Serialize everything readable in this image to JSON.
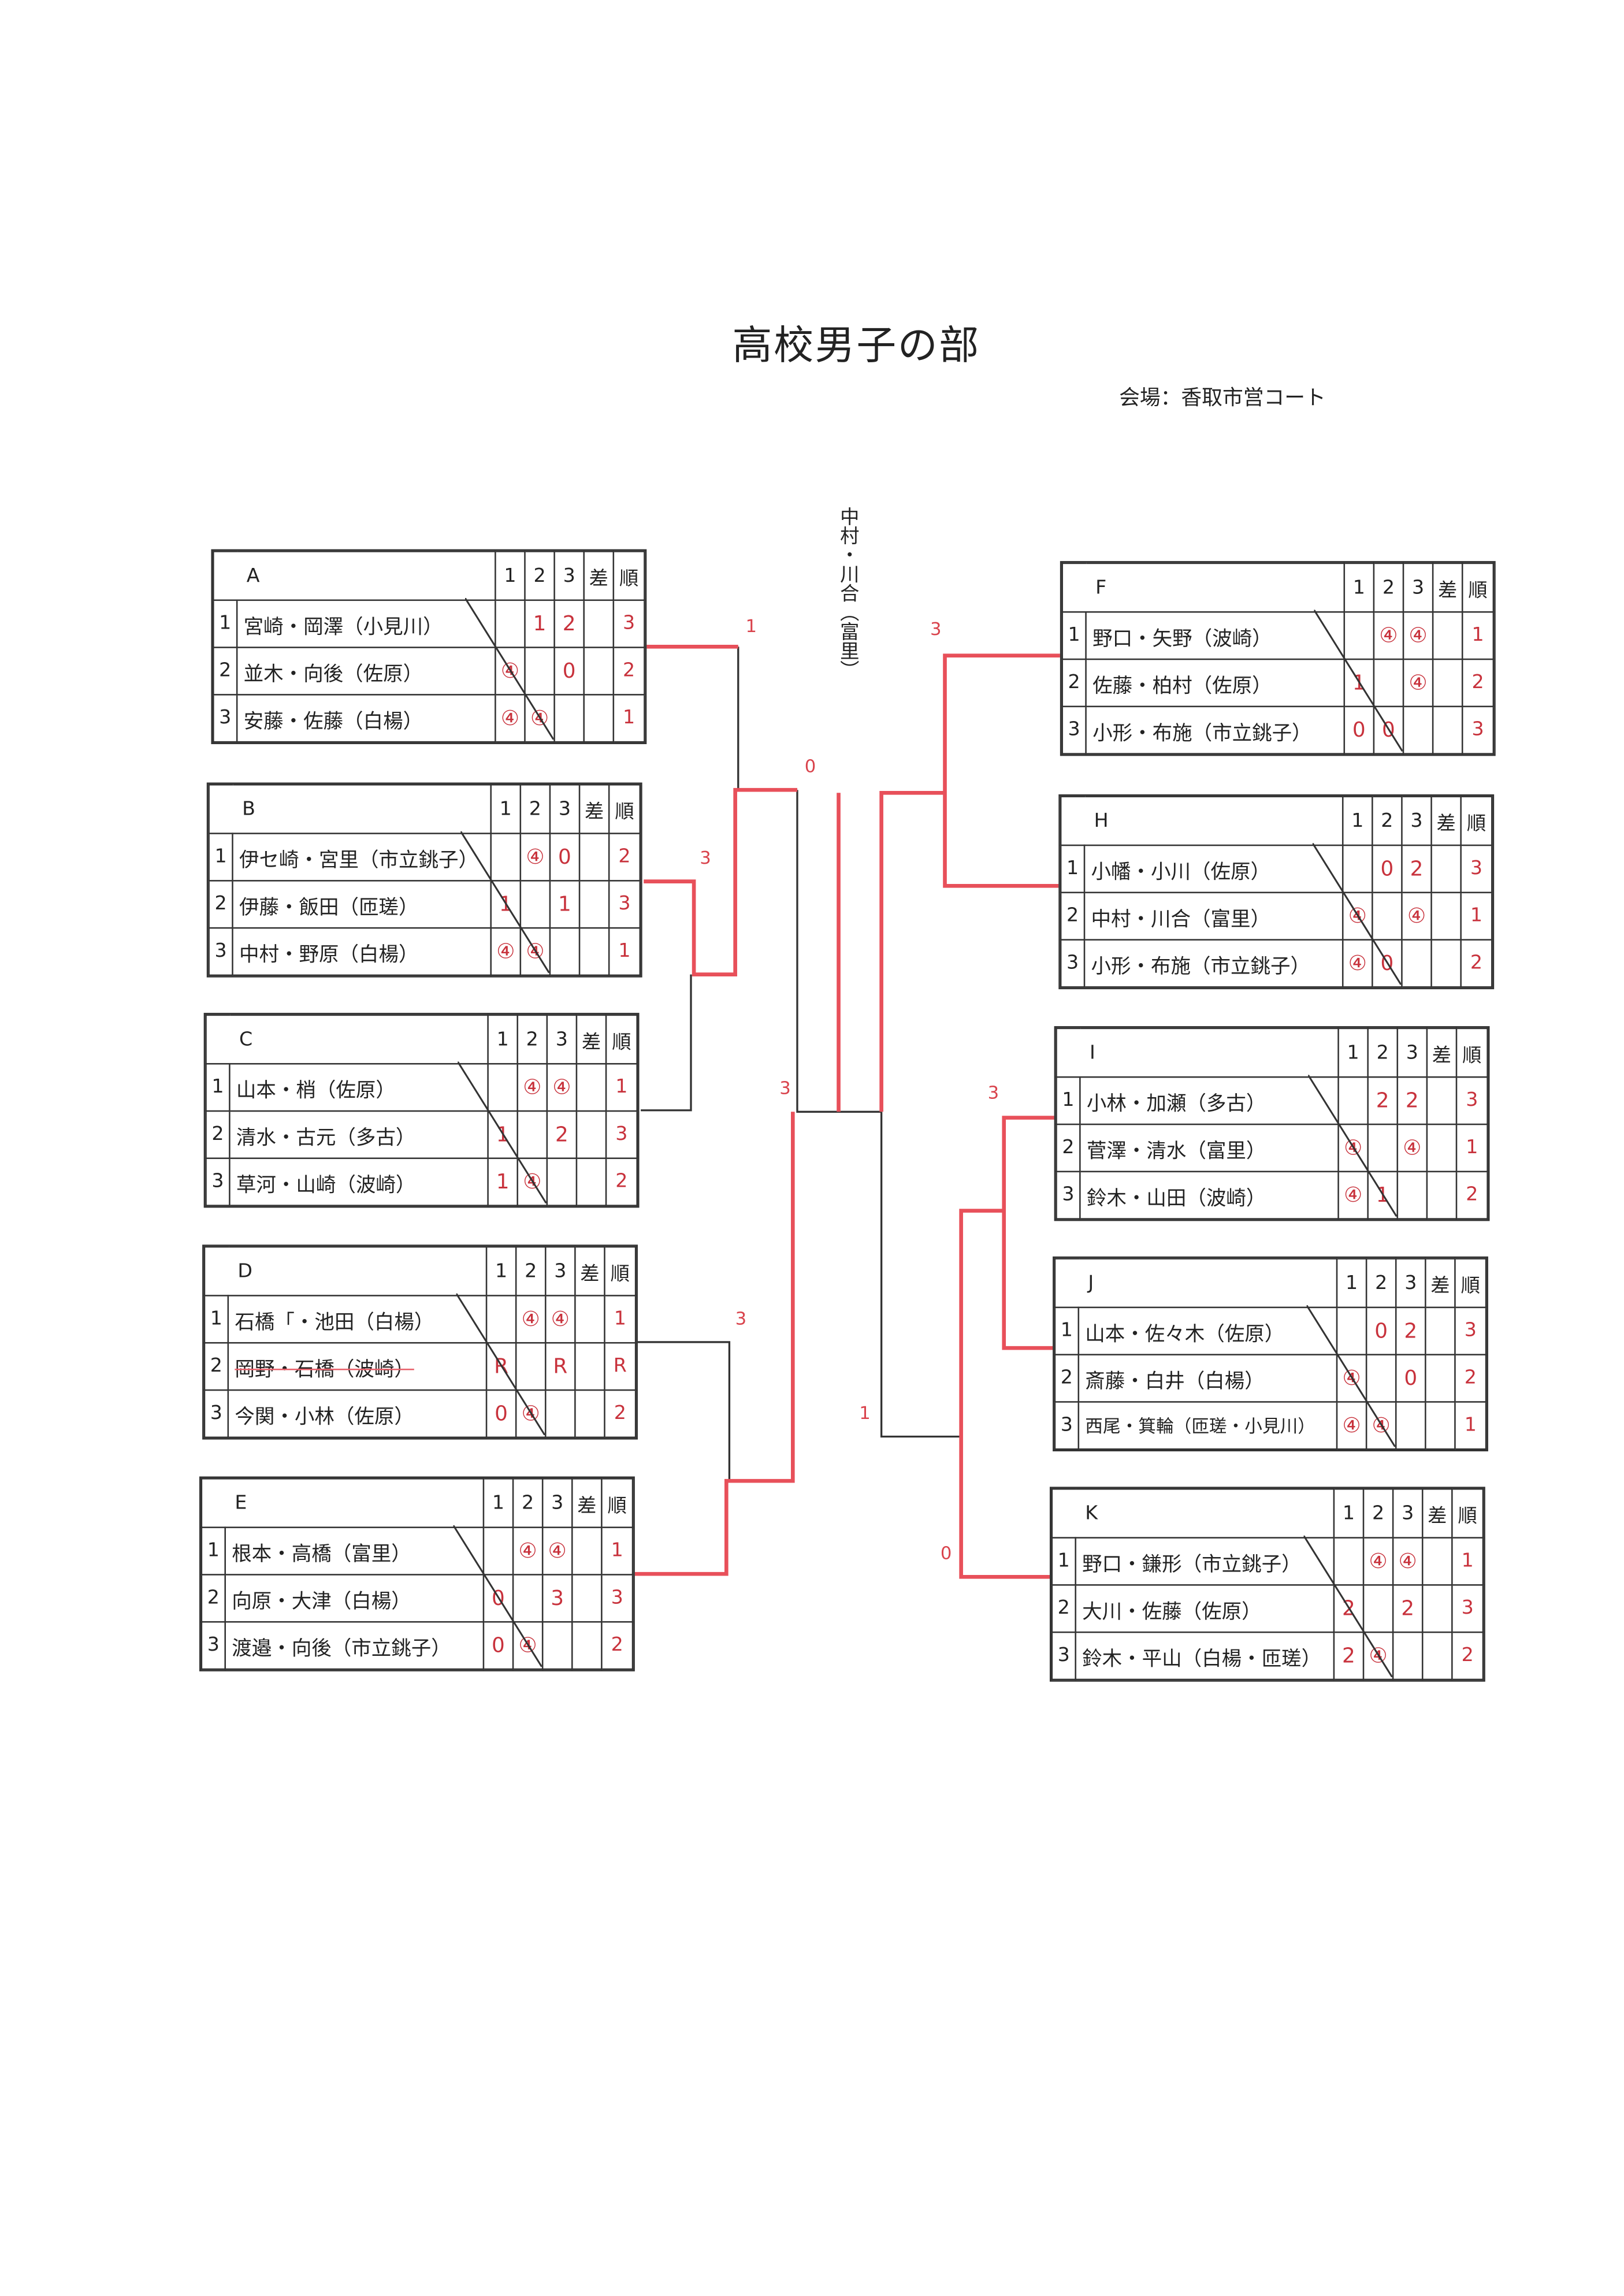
{
  "title": "高校男子の部",
  "venue": "会場：香取市営コート",
  "champion_vertical": "中村・川合（富里）",
  "colors": {
    "result_red": "#c8323c",
    "bracket_red": "#e8505a",
    "line": "#333333"
  },
  "column_headers": [
    "1",
    "2",
    "3",
    "差",
    "順"
  ],
  "groups": [
    {
      "label": "A",
      "rows": [
        {
          "num": "1",
          "name": "宮崎・岡澤（小見川）",
          "scores": [
            "",
            "1",
            "2"
          ],
          "diff": "",
          "rank": "3"
        },
        {
          "num": "2",
          "name": "並木・向後（佐原）",
          "scores": [
            "④",
            "",
            "0"
          ],
          "diff": "",
          "rank": "2"
        },
        {
          "num": "3",
          "name": "安藤・佐藤（白楊）",
          "scores": [
            "④",
            "④",
            ""
          ],
          "diff": "",
          "rank": "1"
        }
      ]
    },
    {
      "label": "B",
      "rows": [
        {
          "num": "1",
          "name": "伊セ崎・宮里（市立銚子）",
          "scores": [
            "",
            "④",
            "0"
          ],
          "diff": "",
          "rank": "2"
        },
        {
          "num": "2",
          "name": "伊藤・飯田（匝瑳）",
          "scores": [
            "1",
            "",
            "1"
          ],
          "diff": "",
          "rank": "3"
        },
        {
          "num": "3",
          "name": "中村・野原（白楊）",
          "scores": [
            "④",
            "④",
            ""
          ],
          "diff": "",
          "rank": "1"
        }
      ]
    },
    {
      "label": "C",
      "rows": [
        {
          "num": "1",
          "name": "山本・梢（佐原）",
          "scores": [
            "",
            "④",
            "④"
          ],
          "diff": "",
          "rank": "1"
        },
        {
          "num": "2",
          "name": "清水・古元（多古）",
          "scores": [
            "1",
            "",
            "2"
          ],
          "diff": "",
          "rank": "3"
        },
        {
          "num": "3",
          "name": "草河・山崎（波崎）",
          "scores": [
            "1",
            "④",
            ""
          ],
          "diff": "",
          "rank": "2"
        }
      ]
    },
    {
      "label": "D",
      "rows": [
        {
          "num": "1",
          "name": "石橋「・池田（白楊）",
          "scores": [
            "",
            "④",
            "④"
          ],
          "diff": "",
          "rank": "1"
        },
        {
          "num": "2",
          "name": "岡野・石橋（波崎）",
          "scores": [
            "R",
            "",
            "R"
          ],
          "diff": "",
          "rank": "R",
          "withdrawn": true
        },
        {
          "num": "3",
          "name": "今関・小林（佐原）",
          "scores": [
            "0",
            "④",
            ""
          ],
          "diff": "",
          "rank": "2"
        }
      ]
    },
    {
      "label": "E",
      "rows": [
        {
          "num": "1",
          "name": "根本・高橋（富里）",
          "scores": [
            "",
            "④",
            "④"
          ],
          "diff": "",
          "rank": "1"
        },
        {
          "num": "2",
          "name": "向原・大津（白楊）",
          "scores": [
            "0",
            "",
            "3"
          ],
          "diff": "",
          "rank": "3"
        },
        {
          "num": "3",
          "name": "渡邉・向後（市立銚子）",
          "scores": [
            "0",
            "④",
            ""
          ],
          "diff": "",
          "rank": "2"
        }
      ]
    },
    {
      "label": "F",
      "rows": [
        {
          "num": "1",
          "name": "野口・矢野（波崎）",
          "scores": [
            "",
            "④",
            "④"
          ],
          "diff": "",
          "rank": "1"
        },
        {
          "num": "2",
          "name": "佐藤・柏村（佐原）",
          "scores": [
            "1",
            "",
            "④"
          ],
          "diff": "",
          "rank": "2"
        },
        {
          "num": "3",
          "name": "小形・布施（市立銚子）",
          "scores": [
            "0",
            "0",
            ""
          ],
          "diff": "",
          "rank": "3"
        }
      ]
    },
    {
      "label": "H",
      "rows": [
        {
          "num": "1",
          "name": "小幡・小川（佐原）",
          "scores": [
            "",
            "0",
            "2"
          ],
          "diff": "",
          "rank": "3"
        },
        {
          "num": "2",
          "name": "中村・川合（富里）",
          "scores": [
            "④",
            "",
            "④"
          ],
          "diff": "",
          "rank": "1"
        },
        {
          "num": "3",
          "name": "小形・布施（市立銚子）",
          "scores": [
            "④",
            "0",
            ""
          ],
          "diff": "",
          "rank": "2"
        }
      ]
    },
    {
      "label": "I",
      "rows": [
        {
          "num": "1",
          "name": "小林・加瀬（多古）",
          "scores": [
            "",
            "2",
            "2"
          ],
          "diff": "",
          "rank": "3"
        },
        {
          "num": "2",
          "name": "菅澤・清水（富里）",
          "scores": [
            "④",
            "",
            "④"
          ],
          "diff": "",
          "rank": "1"
        },
        {
          "num": "3",
          "name": "鈴木・山田（波崎）",
          "scores": [
            "④",
            "1",
            ""
          ],
          "diff": "",
          "rank": "2"
        }
      ]
    },
    {
      "label": "J",
      "rows": [
        {
          "num": "1",
          "name": "山本・佐々木（佐原）",
          "scores": [
            "",
            "0",
            "2"
          ],
          "diff": "",
          "rank": "3"
        },
        {
          "num": "2",
          "name": "斎藤・白井（白楊）",
          "scores": [
            "④",
            "",
            "0"
          ],
          "diff": "",
          "rank": "2"
        },
        {
          "num": "3",
          "name": "西尾・箕輪（匝瑳・小見川）",
          "scores": [
            "④",
            "④",
            ""
          ],
          "diff": "",
          "rank": "1",
          "small": true
        }
      ]
    },
    {
      "label": "K",
      "rows": [
        {
          "num": "1",
          "name": "野口・鎌形（市立銚子）",
          "scores": [
            "",
            "④",
            "④"
          ],
          "diff": "",
          "rank": "1"
        },
        {
          "num": "2",
          "name": "大川・佐藤（佐原）",
          "scores": [
            "2",
            "",
            "2"
          ],
          "diff": "",
          "rank": "3"
        },
        {
          "num": "3",
          "name": "鈴木・平山（白楊・匝瑳）",
          "scores": [
            "2",
            "④",
            ""
          ],
          "diff": "",
          "rank": "2"
        }
      ]
    }
  ],
  "bracket_scores": {
    "ab": "1",
    "bc": "3",
    "abc_semi": "0",
    "de_semi": "3",
    "de": "3",
    "fh": "3",
    "ij": "3",
    "ijk_semi": "1",
    "k": "0"
  }
}
